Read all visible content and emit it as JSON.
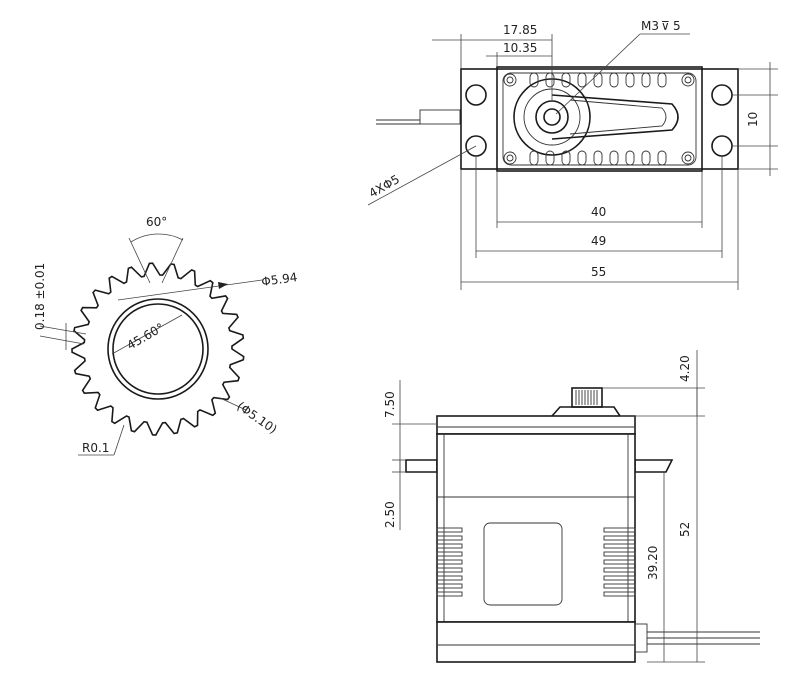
{
  "spline_view": {
    "tooth_angle": "60°",
    "tooth_height": "0.18 ±0.01",
    "outer_diameter": "Φ5.94",
    "root_diameter": "(Φ5.10)",
    "pressure_angle": "45.60°",
    "root_radius": "R0.1"
  },
  "top_view": {
    "dim_hole_offset": "17.85",
    "dim_shaft_offset": "10.35",
    "thread": "M3",
    "thread_depth": "5",
    "mount_holes": "4XΦ5",
    "hole_spacing_vertical": "10",
    "body_width": "40",
    "hole_spacing": "49",
    "overall_length": "55"
  },
  "side_view": {
    "top_height": "7.50",
    "tab_thickness": "2.50",
    "spline_height": "4.20",
    "tab_to_base": "39.20",
    "overall_height": "52"
  }
}
